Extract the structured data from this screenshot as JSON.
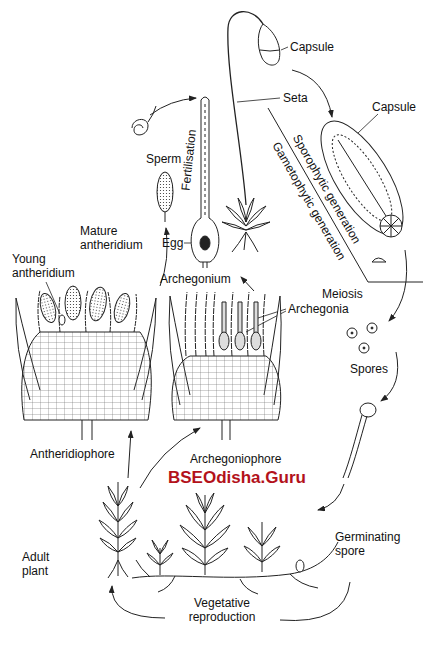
{
  "diagram": {
    "labels": [
      "Capsule",
      "Seta",
      "Sperm",
      "Fertilisation",
      "Egg",
      "Archegonium",
      "Capsule",
      "Sporophytic generation",
      "Gametophytic generation",
      "Meiosis",
      "Spores",
      "Germinating spore",
      "Mature antheridium",
      "Young antheridium",
      "Archegonia",
      "Antheridiophore",
      "Archegoniophore",
      "BSEOdisha.Guru",
      "Adult plant",
      "Vegetative reproduction"
    ]
  }
}
